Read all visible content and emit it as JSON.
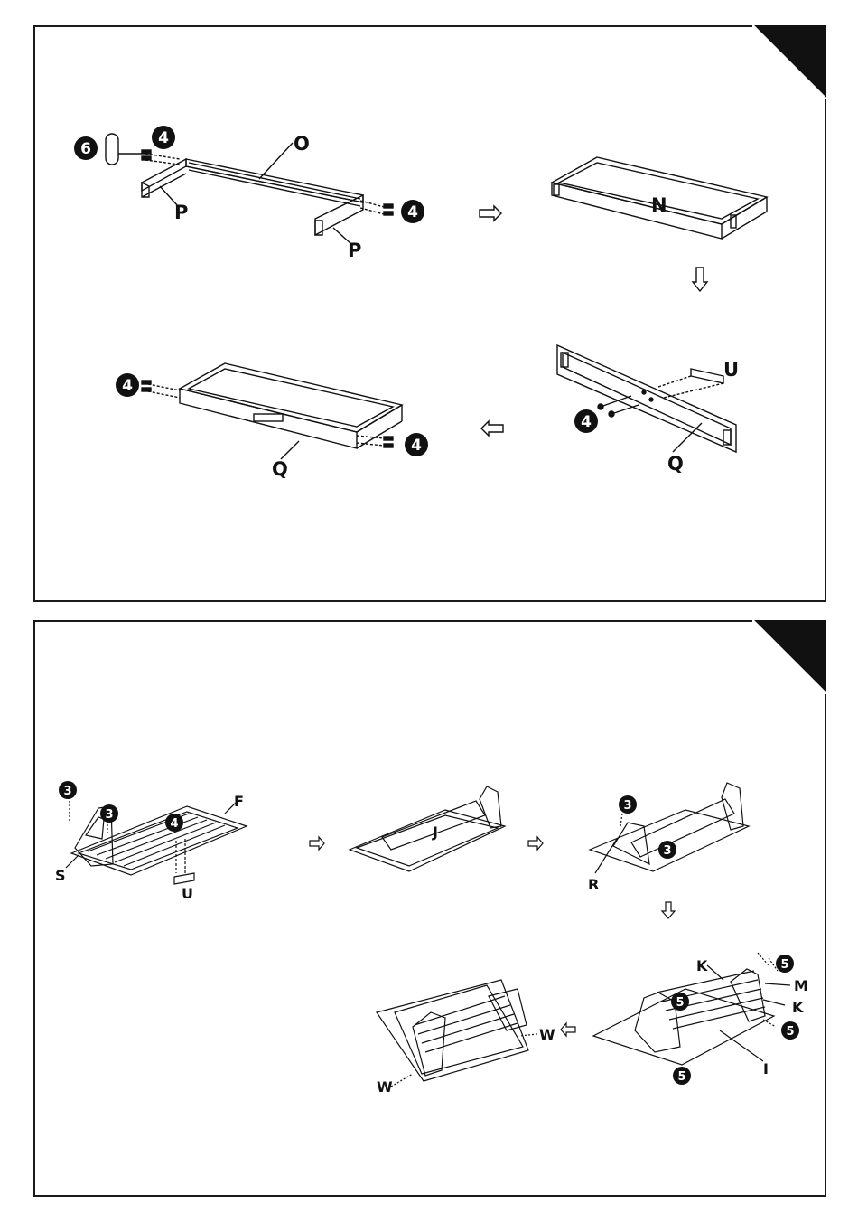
{
  "step1": {
    "parts": {
      "O": "O",
      "P_left": "P",
      "P_right": "P",
      "N": "N",
      "U": "U",
      "Q_right": "Q",
      "Q_left": "Q"
    },
    "hardware": {
      "tool": "6",
      "bolt": "4"
    },
    "flow": [
      "arrow-right",
      "arrow-down",
      "arrow-left"
    ]
  },
  "step2": {
    "parts": {
      "F": "F",
      "S": "S",
      "U": "U",
      "J": "J",
      "R": "R",
      "K_top": "K",
      "M": "M",
      "K_right": "K",
      "I": "I",
      "W_right": "W",
      "W_left": "W"
    },
    "hardware": {
      "screw": "3",
      "bolt": "4",
      "pin": "5"
    },
    "flow": [
      "arrow-right",
      "arrow-right",
      "arrow-down",
      "arrow-left"
    ]
  }
}
